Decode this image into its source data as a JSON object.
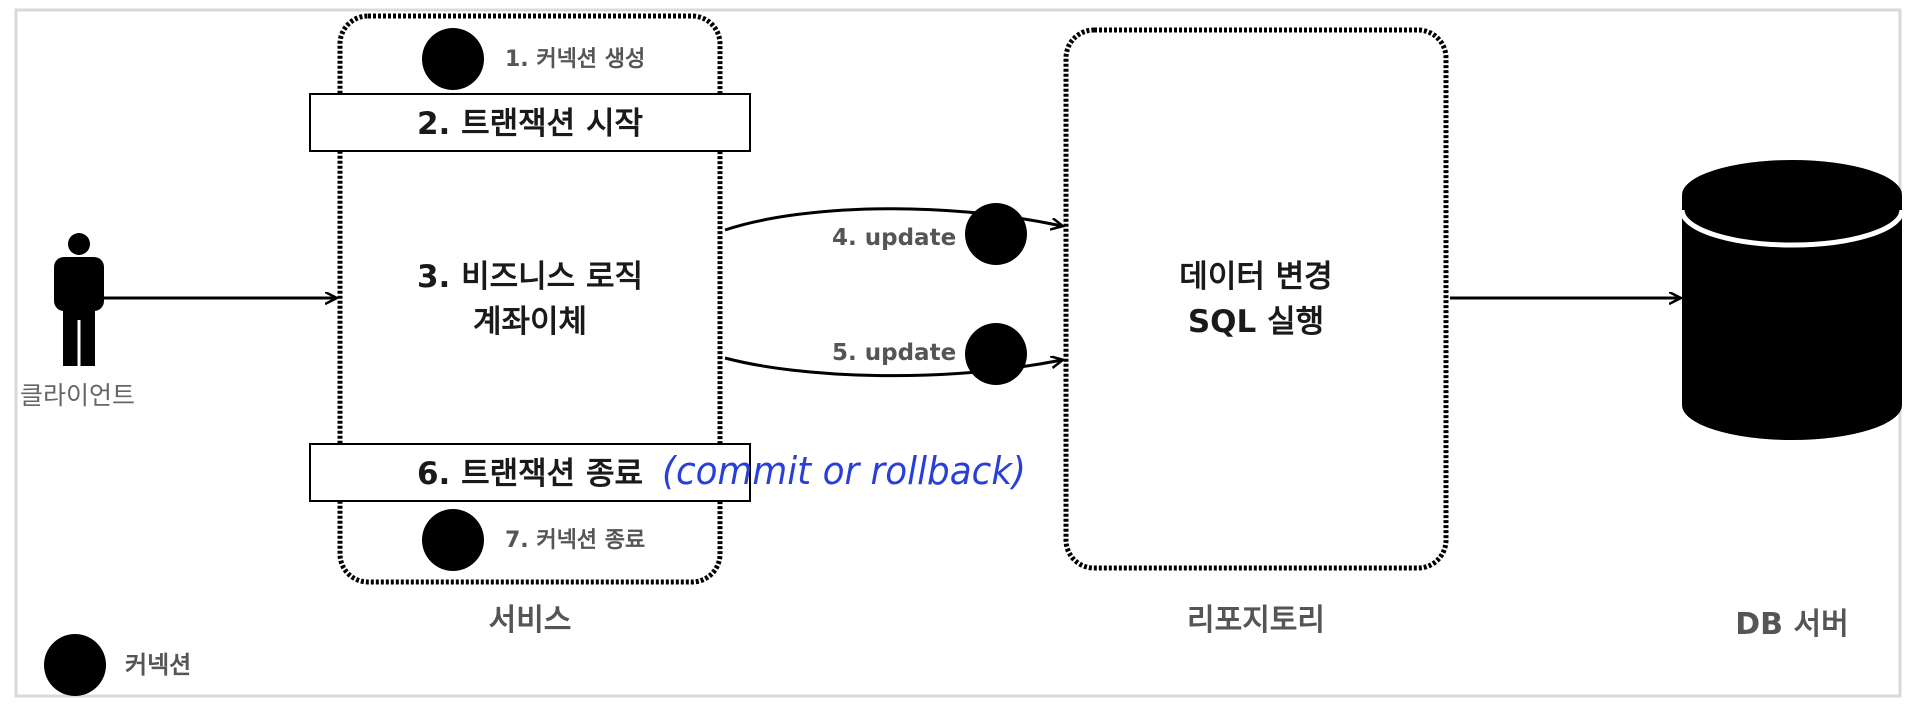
{
  "client": {
    "label": "클라이언트"
  },
  "service": {
    "label": "서비스",
    "step1": "1. 커넥션 생성",
    "step2": "2. 트랜잭션 시작",
    "step3_line1": "3. 비즈니스 로직",
    "step3_line2": "계좌이체",
    "step6": "6. 트랜잭션 종료",
    "step7": "7. 커넥션 종료",
    "note": "(commit or rollback)"
  },
  "repository": {
    "label": "리포지토리",
    "line1": "데이터 변경",
    "line2": "SQL 실행",
    "step4": "4. update",
    "step5": "5. update"
  },
  "db": {
    "label": "DB 서버"
  },
  "legend": {
    "label": "커넥션"
  },
  "colors": {
    "dark": "#000000",
    "note": "#2a3fd6",
    "frame": "#d9d9d9"
  }
}
